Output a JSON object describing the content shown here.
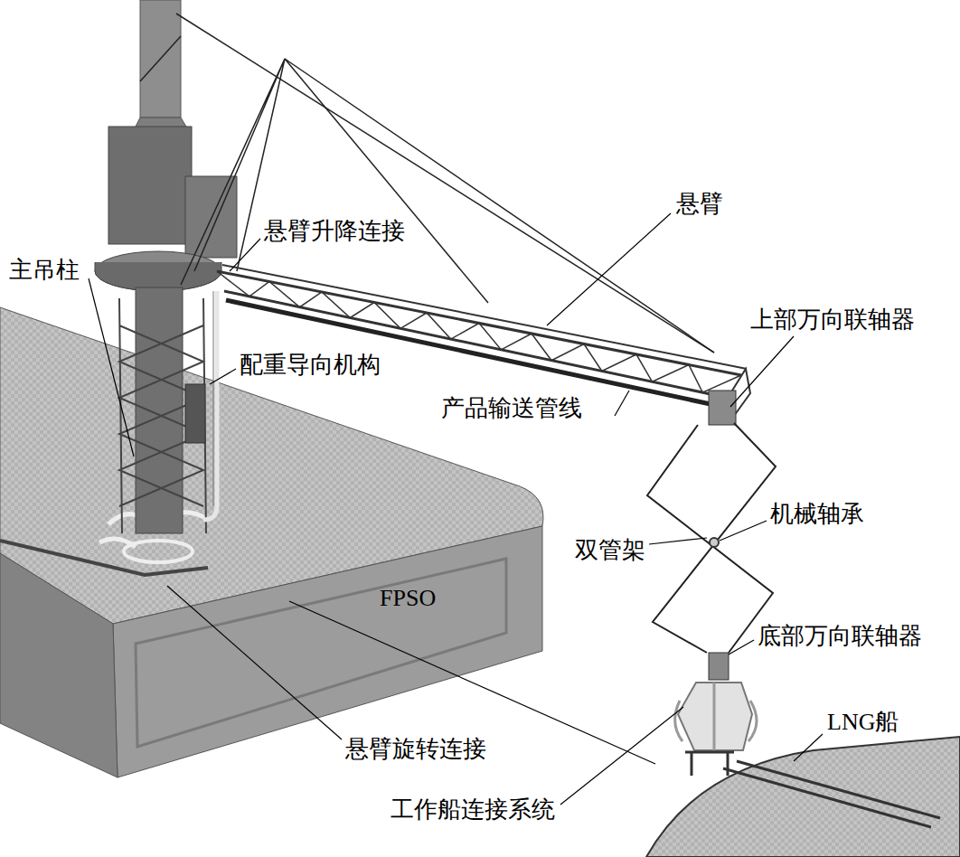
{
  "diagram": {
    "labels": [
      "悬臂",
      "悬臂升降连接",
      "主吊柱",
      "上部万向联轴器",
      "配重导向机构",
      "产品输送管线",
      "机械轴承",
      "双管架",
      "FPSO",
      "底部万向联轴器",
      "LNG船",
      "悬臂旋转连接",
      "工作船连接系统"
    ]
  }
}
